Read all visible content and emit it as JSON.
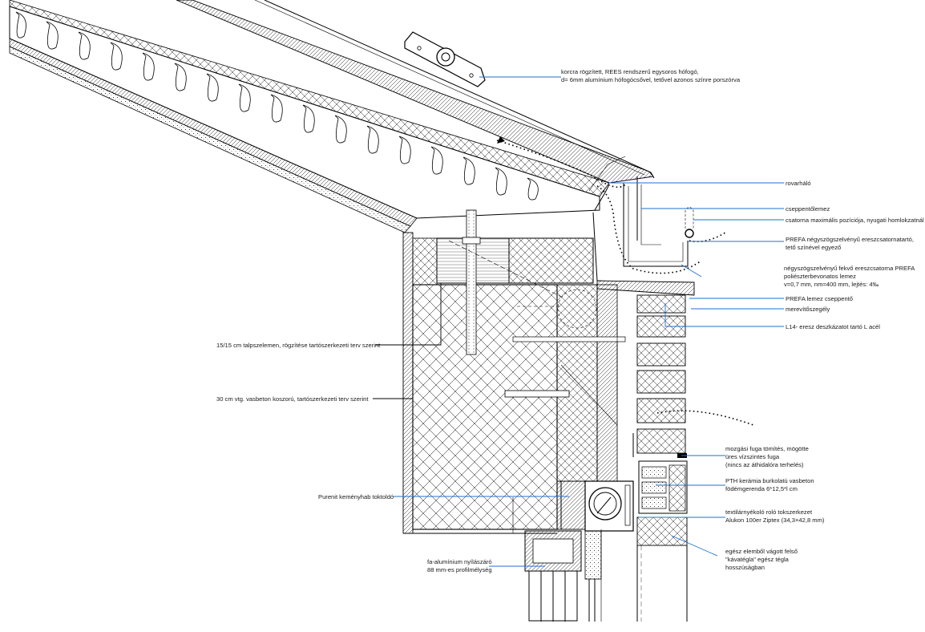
{
  "labels": {
    "hofogo_1": "korcra rögzített, REES rendszerű egysoros hófogó,",
    "hofogo_2": "d= 6mm alumínium hófogócsővel, tetővel azonos színre porszórva",
    "rovarhalo": "rovarháló",
    "cseppento": "cseppentőlemez",
    "csatorna_max": "csatorna maximális pozíciója, nyugati homlokzatnál",
    "tarto_1": "PREFA négyszögszelvényű ereszcsatornatartó,",
    "tarto_2": "tető színével egyező",
    "csatorna_1": "négyszögszelvényű fekvő ereszcsatorna PREFA",
    "csatorna_2": "poliészterbevonatos lemez",
    "csatorna_3": "v=0,7 mm, nm=400 mm, lejtés: 4‰",
    "prefa_csepp": "PREFA lemez cseppentő",
    "merevito": "merevítőszegély",
    "l14": "L14- eresz deszkázatot tartó L acél",
    "talp": "15/15 cm talpszelemen, rögzítése tartószerkezeti terv szerint",
    "koszoru": "30 cm vtg. vasbeton koszorú, tartószerkezeti terv szerint",
    "mozgasi_1": "mozgási fuga tömítés, mögötte",
    "mozgasi_2": "üres vízszintes fuga",
    "mozgasi_3": "(nincs az áthidalóra terhelés)",
    "pth_1": "PTH kerámia burkolatú vasbeton",
    "pth_2": "födémgerenda 6*12,5*l cm",
    "purenit": "Purenit keményhab toktoldó",
    "textil_1": "textilárnyékoló roló tokszerkezet",
    "textil_2": "Alukon 100er Ziptex (34,3×42,8 mm)",
    "egesz_1": "egész elemből vágott felső",
    "egesz_2": "\"kávatégla\" egész tégla",
    "egesz_3": "hosszúságban",
    "nyilaszaro_1": "fa-alumínium nyílászáró",
    "nyilaszaro_2": "88 mm-es profilmélység"
  },
  "colors": {
    "leader": "#1f6fd1",
    "ink": "#000000"
  }
}
